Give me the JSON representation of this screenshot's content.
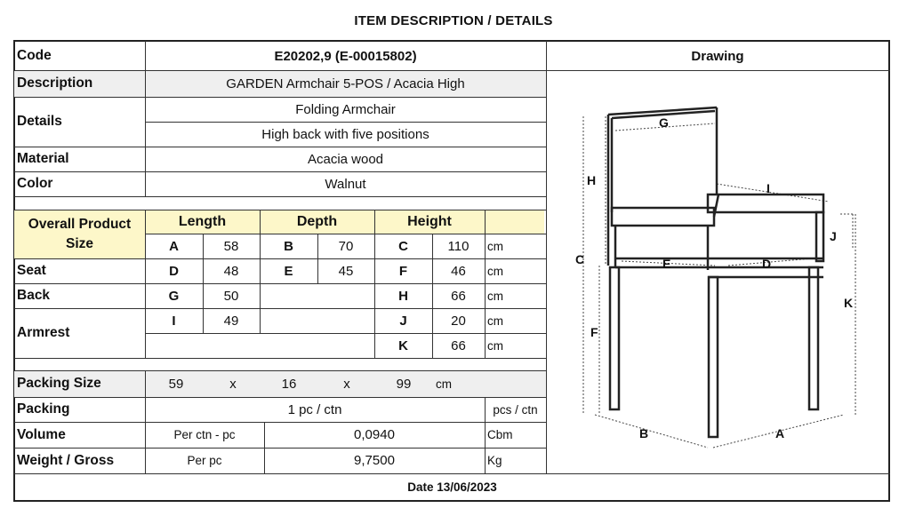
{
  "title": "ITEM DESCRIPTION / DETAILS",
  "code": {
    "label": "Code",
    "value": "E20202,9 (E-00015802)"
  },
  "description": {
    "label": "Description",
    "value": "GARDEN Armchair 5-POS / Acacia High"
  },
  "details": {
    "label": "Details",
    "line1": "Folding Armchair",
    "line2": "High back with five positions"
  },
  "material": {
    "label": "Material",
    "value": "Acacia wood"
  },
  "color": {
    "label": "Color",
    "value": "Walnut"
  },
  "drawing_label": "Drawing",
  "size": {
    "label": "Overall Product Size",
    "headers": {
      "length": "Length",
      "depth": "Depth",
      "height": "Height"
    },
    "overall": {
      "a": "A",
      "a_val": "58",
      "b": "B",
      "b_val": "70",
      "c": "C",
      "c_val": "110",
      "unit": "cm"
    },
    "seat": {
      "label": "Seat",
      "d": "D",
      "d_val": "48",
      "e": "E",
      "e_val": "45",
      "f": "F",
      "f_val": "46",
      "unit": "cm"
    },
    "back": {
      "label": "Back",
      "g": "G",
      "g_val": "50",
      "h": "H",
      "h_val": "66",
      "unit": "cm"
    },
    "armrest": {
      "label": "Armrest",
      "i": "I",
      "i_val": "49",
      "j": "J",
      "j_val": "20",
      "k": "K",
      "k_val": "66",
      "unit_j": "cm",
      "unit_k": "cm"
    }
  },
  "packing_size": {
    "label": "Packing Size",
    "l": "59",
    "x1": "x",
    "w": "16",
    "x2": "x",
    "h": "99",
    "unit": "cm"
  },
  "packing": {
    "label": "Packing",
    "value": "1 pc / ctn",
    "unit": "pcs / ctn"
  },
  "volume": {
    "label": "Volume",
    "sub": "Per ctn - pc",
    "value": "0,0940",
    "unit": "Cbm"
  },
  "weight": {
    "label": "Weight / Gross",
    "sub": "Per pc",
    "value": "9,7500",
    "unit": "Kg"
  },
  "date": "Date 13/06/2023",
  "drawing_letters": {
    "a": "A",
    "b": "B",
    "c": "C",
    "d": "D",
    "e": "E",
    "f": "F",
    "g": "G",
    "h": "H",
    "i": "I",
    "j": "J",
    "k": "K"
  }
}
